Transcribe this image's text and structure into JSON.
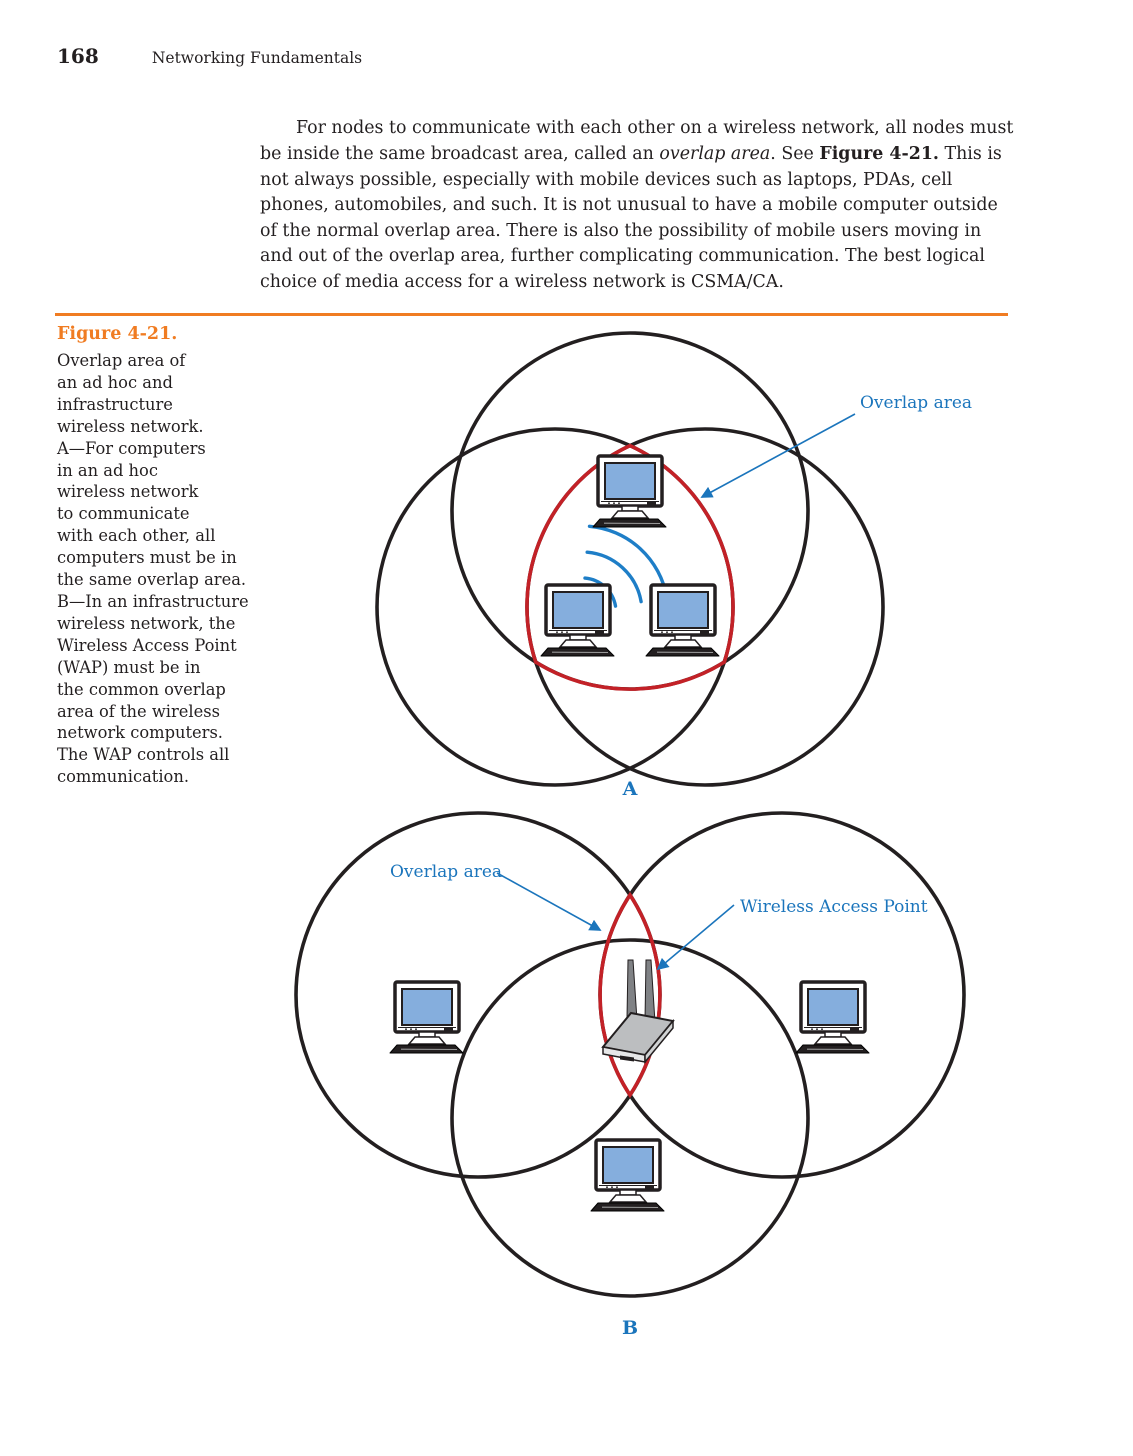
{
  "page": {
    "number": "168",
    "running_head": "Networking Fundamentals"
  },
  "paragraph": {
    "before_italic": "For nodes to communicate with each other on a wireless network, all nodes must be inside the same broadcast area, called an ",
    "italic_term": "overlap area",
    "between": ". See ",
    "bold_ref": "Figure 4-21.",
    "after_bold": " This is not always possible, especially with mobile devices such as laptops, PDAs, cell phones, automobiles, and such. It is not unusual to have a mobile computer outside of the normal overlap area. There is also the possibility of mobile users moving in and out of the overlap area, further complicating communication. The best logical choice of media access for a wireless network is CSMA/CA."
  },
  "figure": {
    "label": "Figure 4-21.",
    "caption_lines": [
      "Overlap area of",
      "an ad hoc and",
      "infrastructure",
      "wireless network.",
      "A—For computers",
      "in an ad hoc",
      "wireless network",
      "to communicate",
      "with each other, all",
      "computers must be in",
      "the same overlap area.",
      "B—In an infrastructure",
      "wireless network, the",
      "Wireless Access Point",
      "(WAP) must be in",
      "the common overlap",
      "area of the wireless",
      "network computers.",
      "The WAP controls all",
      "communication."
    ],
    "diagram_a": {
      "overlap_label": "Overlap area",
      "section_label": "A"
    },
    "diagram_b": {
      "overlap_label": "Overlap area",
      "wap_label": "Wireless Access Point",
      "section_label": "B"
    }
  },
  "colors": {
    "accent_orange": "#f07c22",
    "label_blue": "#1b75bc",
    "overlap_red": "#c32127",
    "screen_blue": "#85aedd",
    "text_black": "#231f20"
  }
}
